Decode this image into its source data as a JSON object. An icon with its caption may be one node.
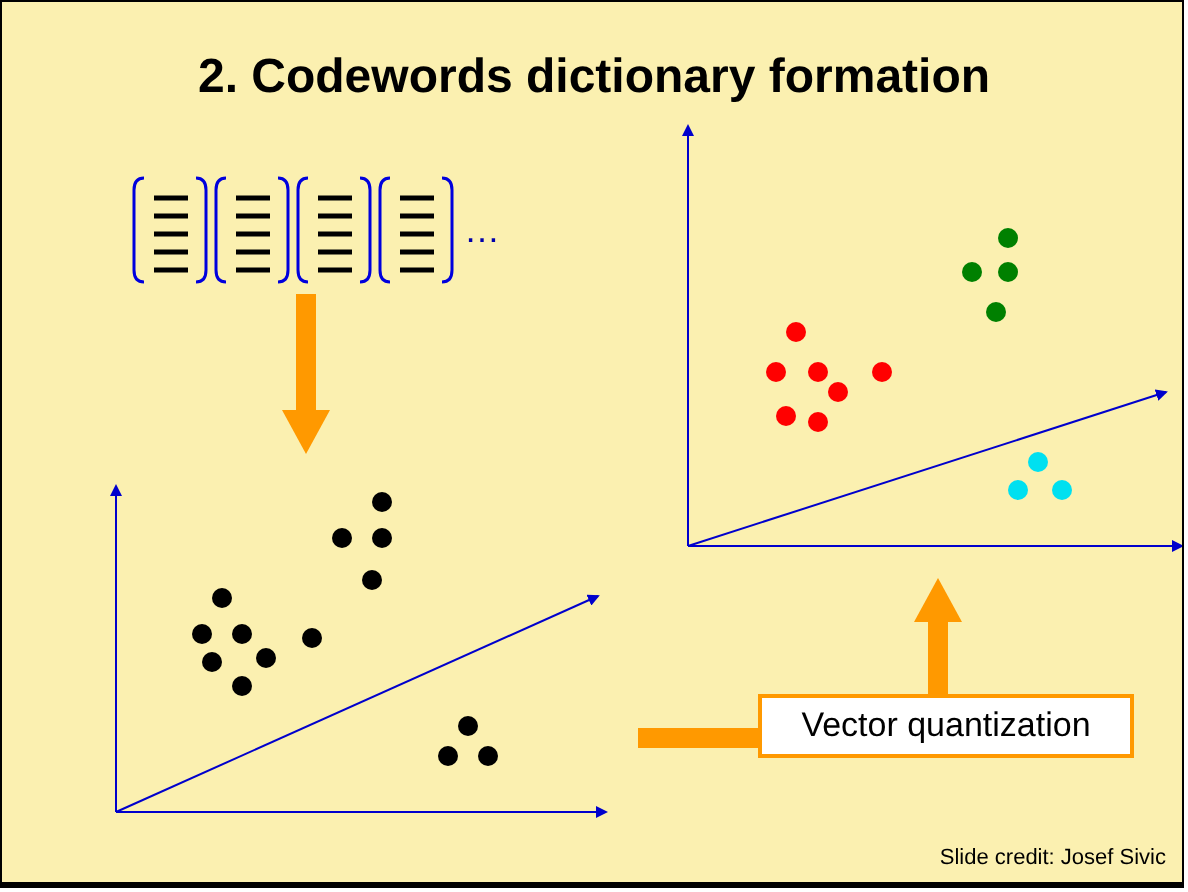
{
  "diagram": {
    "title": "2. Codewords dictionary formation",
    "nodes": [
      {
        "text": [],
        "shape": "picture",
        "beside": [
          "…"
        ]
      },
      {
        "text": [],
        "shape": "picture"
      },
      {
        "text": [],
        "shape": "picture"
      },
      {
        "text": [
          "Vector quantization"
        ]
      }
    ],
    "edges": [
      {
        "from": 0,
        "to": 1,
        "arrow": "to"
      },
      {
        "from": 1,
        "to": 3,
        "arrow": "none"
      },
      {
        "from": 3,
        "to": 2,
        "arrow": "to"
      }
    ],
    "labels": [
      "Slide credit: Josef Sivic"
    ]
  }
}
